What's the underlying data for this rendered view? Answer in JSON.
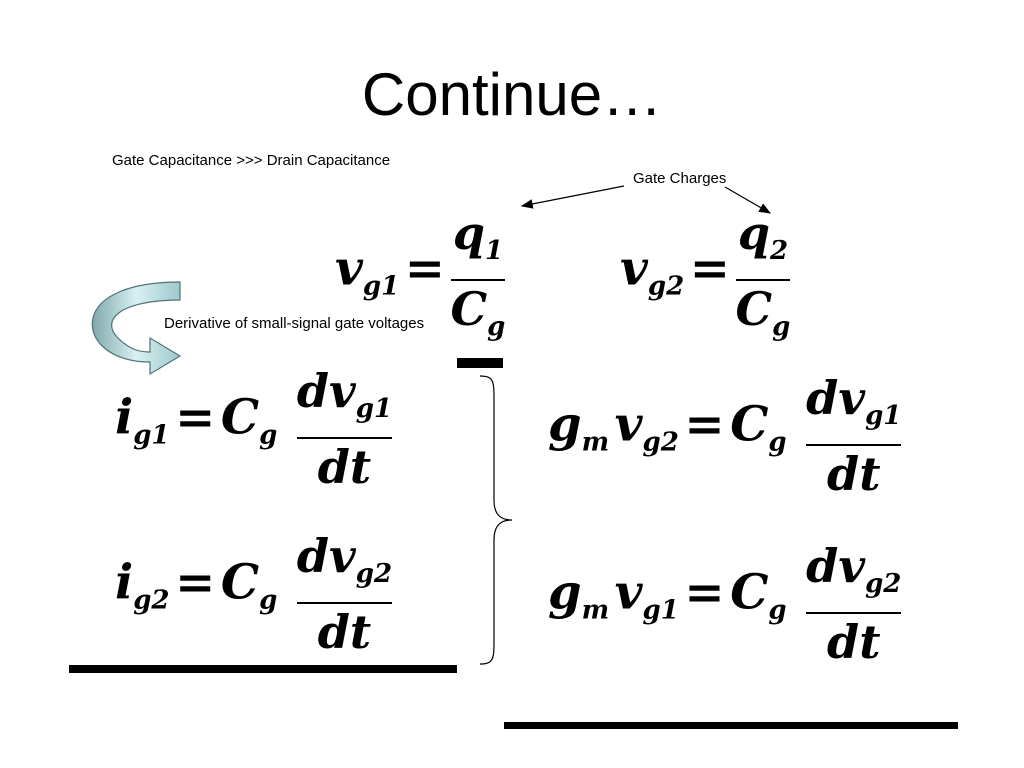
{
  "slide": {
    "title": "Continue…",
    "notes": {
      "capacitance": "Gate Capacitance >>> Drain Capacitance",
      "gate_charges": "Gate Charges",
      "derivative": "Derivative of small-signal gate voltages"
    },
    "eq1": {
      "lhs": "v",
      "lhs_sub": "g1",
      "eq": "=",
      "num": "q",
      "num_sub": "1",
      "den": "C",
      "den_sub": "g"
    },
    "eq2": {
      "lhs": "v",
      "lhs_sub": "g2",
      "eq": "=",
      "num": "q",
      "num_sub": "2",
      "den": "C",
      "den_sub": "g"
    },
    "eq3": {
      "lhs": "i",
      "lhs_sub": "g1",
      "eq": "=",
      "coef": "C",
      "coef_sub": "g",
      "num": "dv",
      "num_sub": "g1",
      "den": "dt"
    },
    "eq4": {
      "lhs": "i",
      "lhs_sub": "g2",
      "eq": "=",
      "coef": "C",
      "coef_sub": "g",
      "num": "dv",
      "num_sub": "g2",
      "den": "dt"
    },
    "eq5": {
      "lhs1": "g",
      "lhs1_sub": "m",
      "lhs2": "v",
      "lhs2_sub": "g2",
      "eq": "=",
      "coef": "C",
      "coef_sub": "g",
      "num": "dv",
      "num_sub": "g1",
      "den": "dt"
    },
    "eq6": {
      "lhs1": "g",
      "lhs1_sub": "m",
      "lhs2": "v",
      "lhs2_sub": "g1",
      "eq": "=",
      "coef": "C",
      "coef_sub": "g",
      "num": "dv",
      "num_sub": "g2",
      "den": "dt"
    },
    "colors": {
      "text": "#000000",
      "arrow_fill": "#bfe3e6",
      "arrow_dark": "#7fa9ad"
    }
  }
}
